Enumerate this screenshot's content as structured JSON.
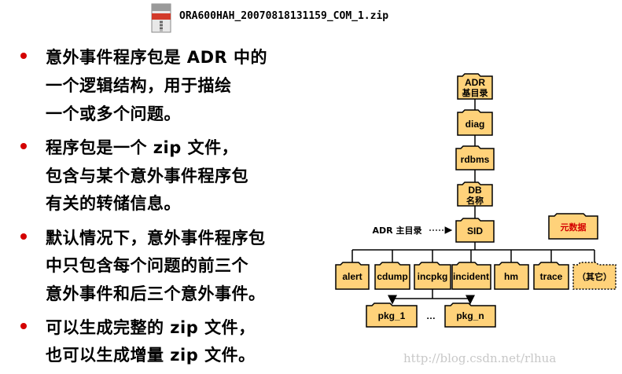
{
  "header": {
    "zip_filename": "ORA600HAH_20070818131159_COM_1.zip"
  },
  "bullets": [
    {
      "lines": [
        "意外事件程序包是 ADR 中的",
        "一个逻辑结构，用于描绘",
        "一个或多个问题。"
      ]
    },
    {
      "lines": [
        "程序包是一个 zip 文件，",
        "包含与某个意外事件程序包",
        "有关的转储信息。"
      ]
    },
    {
      "lines": [
        "默认情况下，意外事件程序包",
        "中只包含每个问题的前三个",
        "意外事件和后三个意外事件。"
      ]
    },
    {
      "lines": [
        "可以生成完整的 zip 文件，",
        "也可以生成增量 zip 文件。"
      ]
    }
  ],
  "diagram": {
    "chain": [
      {
        "lines": [
          "ADR",
          "基目录"
        ]
      },
      {
        "lines": [
          "diag"
        ]
      },
      {
        "lines": [
          "rdbms"
        ]
      },
      {
        "lines": [
          "DB",
          "名称"
        ]
      },
      {
        "lines": [
          "SID"
        ]
      }
    ],
    "adr_home_label": "ADR 主目录",
    "metadata_label": "元数据",
    "children": [
      "alert",
      "cdump",
      "incpkg",
      "incident",
      "hm",
      "trace",
      "（其它）"
    ],
    "packages": [
      "pkg_1",
      "pkg_n"
    ],
    "ellipsis": "…",
    "colors": {
      "folder_fill": "#ffd27a",
      "folder_stroke": "#000000",
      "metadata_text": "#d40000",
      "bullet": "#d40000"
    }
  },
  "watermark": "http://blog.csdn.net/rlhua"
}
